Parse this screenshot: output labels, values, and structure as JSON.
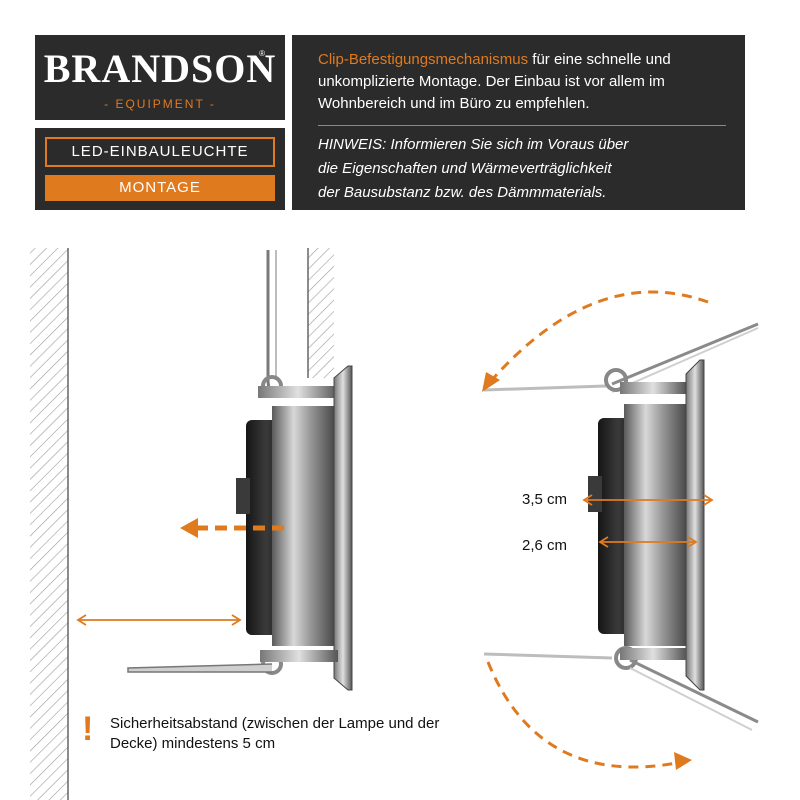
{
  "brand": {
    "name": "BRANDSON",
    "registered": "®",
    "sub": "- EQUIPMENT -"
  },
  "product": {
    "title": "LED-EINBAULEUCHTE",
    "subtitle": "MONTAGE"
  },
  "info": {
    "highlight": "Clip-Befestigungsmechanismus",
    "text1": " für eine schnelle und unkomplizierte Montage. Der Einbau ist vor allem im Wohnbereich und im Büro zu empfehlen.",
    "hint_line1": "HINWEIS: Informieren Sie sich im Voraus über",
    "hint_line2": "die Eigenschaften und Wärmeverträglichkeit",
    "hint_line3": "der Bausubstanz bzw. des Dämmmaterials."
  },
  "dimensions": {
    "outer": "3,5 cm",
    "inner": "2,6 cm"
  },
  "warning": {
    "icon": "!",
    "text": "Sicherheitsabstand (zwischen der Lampe und der Decke) mindestens 5 cm"
  },
  "colors": {
    "accent": "#e07a1f",
    "panel": "#2b2b2b"
  }
}
